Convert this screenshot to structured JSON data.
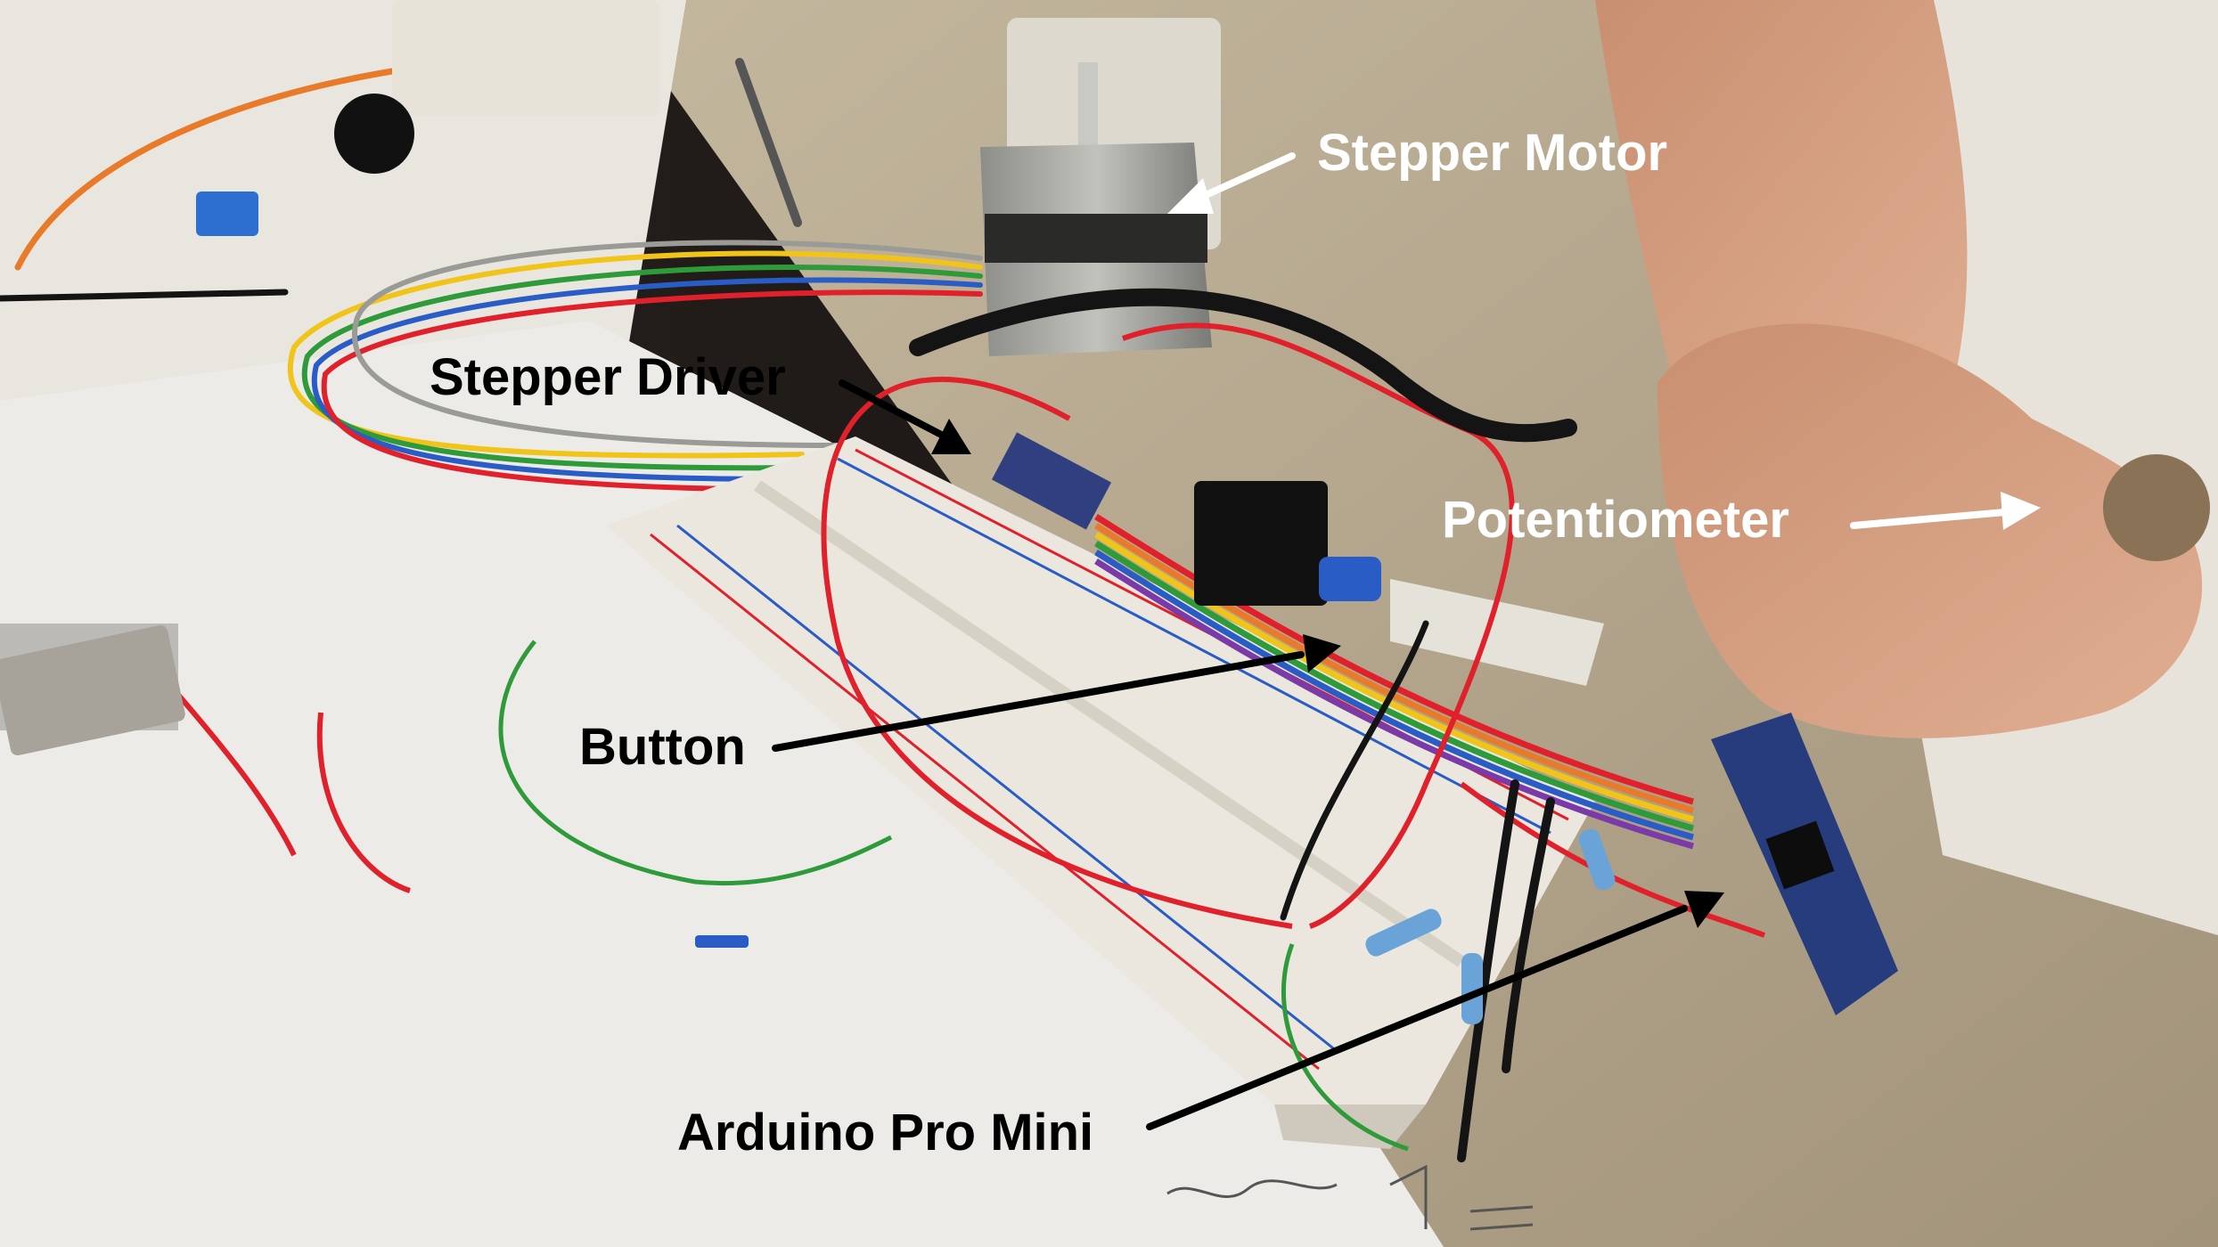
{
  "labels": {
    "stepper_motor": "Stepper Motor",
    "stepper_driver": "Stepper Driver",
    "potentiometer": "Potentiometer",
    "button": "Button",
    "arduino_pro_mini": "Arduino Pro Mini"
  },
  "colors": {
    "paper": "#ece9e4",
    "counter": "#b9ab8f",
    "breadboard": "#ebe7de",
    "wire_red": "#e0202a",
    "wire_green": "#2e9a3a",
    "wire_yellow": "#f0c419",
    "wire_blue": "#2a5cc6",
    "wire_black": "#141414",
    "motor_silver": "#a3a39f",
    "skin": "#d29c7e",
    "arduino_blue": "#263c7d"
  }
}
